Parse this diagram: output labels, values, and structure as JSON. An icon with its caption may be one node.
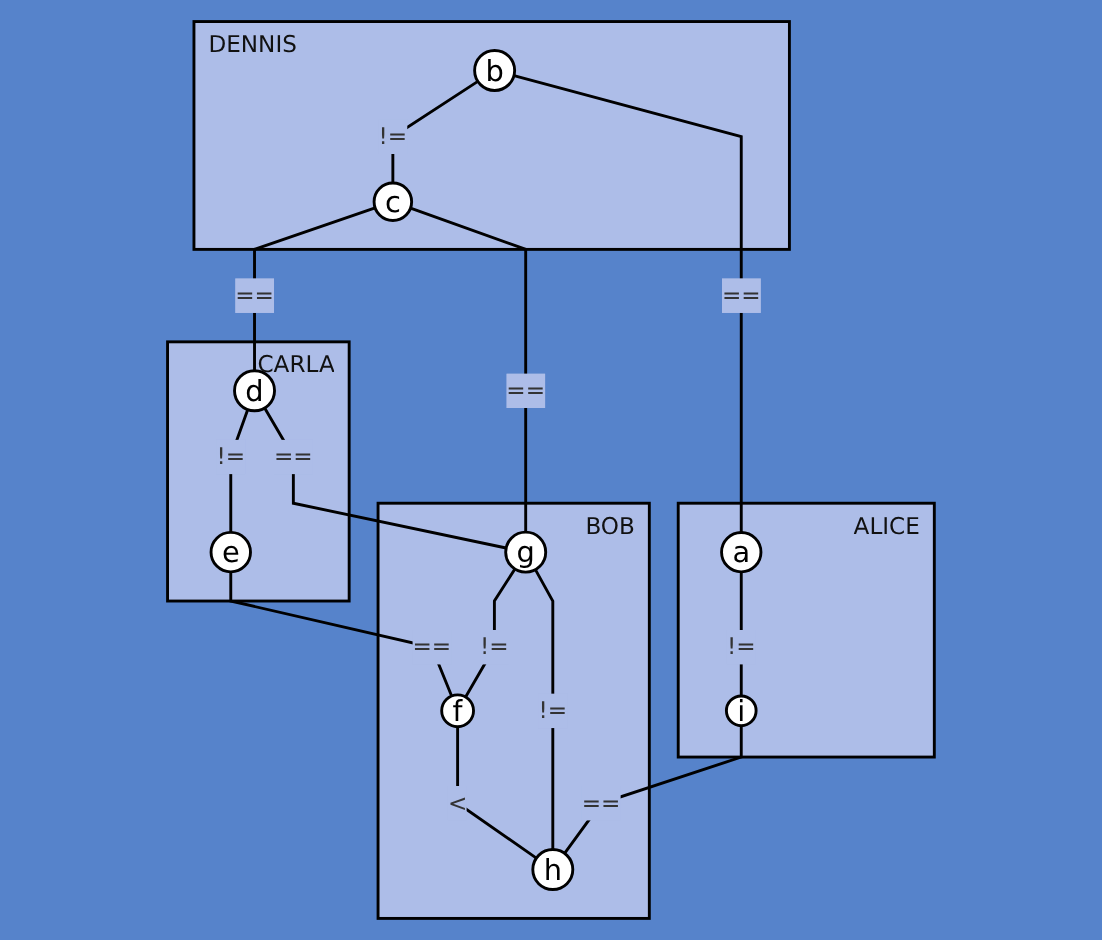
{
  "diagram": {
    "nodes": [
      {
        "text": [
          "DENNIS"
        ]
      },
      {
        "text": [
          "b"
        ],
        "in": 0
      },
      {
        "text": [
          "c"
        ],
        "in": 0
      },
      {
        "text": [
          "CARLA"
        ]
      },
      {
        "text": [
          "d"
        ],
        "in": 3
      },
      {
        "text": [
          "e"
        ],
        "in": 3
      },
      {
        "text": [
          "ALICE"
        ]
      },
      {
        "text": [
          "a"
        ],
        "in": 6
      },
      {
        "text": [
          "i"
        ],
        "in": 6
      },
      {
        "text": [
          "BOB"
        ]
      },
      {
        "text": [
          "g"
        ],
        "in": 9
      },
      {
        "text": [
          "f"
        ],
        "in": 9
      },
      {
        "text": [
          "h"
        ],
        "in": 9
      }
    ],
    "edges": [
      {
        "from": 1,
        "to": 2,
        "arrow": "none",
        "label": "!="
      },
      {
        "from": 2,
        "to": 4,
        "arrow": "none",
        "label": "=="
      },
      {
        "from": 4,
        "to": 5,
        "arrow": "none",
        "label": "!="
      },
      {
        "from": 1,
        "to": 7,
        "arrow": "none",
        "label": "=="
      },
      {
        "from": 2,
        "to": 10,
        "arrow": "none",
        "label": "=="
      },
      {
        "from": 4,
        "to": 10,
        "arrow": "none",
        "label": "=="
      },
      {
        "from": 5,
        "to": 11,
        "arrow": "none",
        "label": "=="
      },
      {
        "from": 10,
        "to": 11,
        "arrow": "none",
        "label": "!="
      },
      {
        "from": 10,
        "to": 12,
        "arrow": "none",
        "label": "!="
      },
      {
        "from": 11,
        "to": 12,
        "arrow": "none",
        "label": "<"
      },
      {
        "from": 7,
        "to": 8,
        "arrow": "none",
        "label": "!="
      },
      {
        "from": 8,
        "to": 12,
        "arrow": "none",
        "label": "=="
      }
    ]
  }
}
